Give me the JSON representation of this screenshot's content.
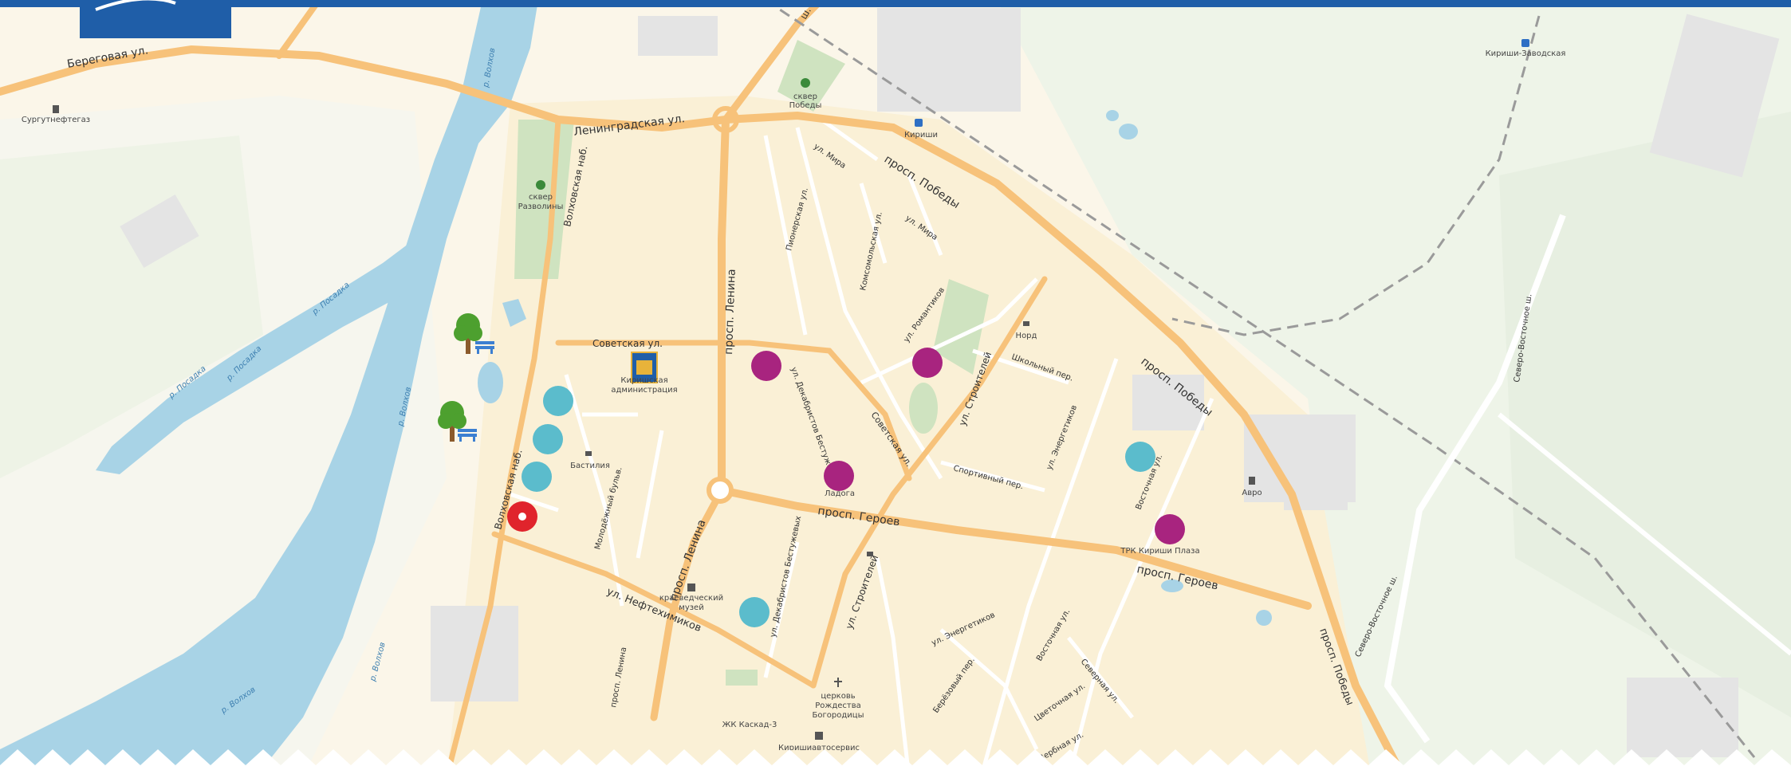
{
  "map": {
    "streets": {
      "beregovaya": "Береговая ул.",
      "leningradskaya": "Ленинградская ул.",
      "volkhovskaya_north": "Волховская наб.",
      "volkhovskaya_south": "Волховская наб.",
      "sovetskaya_west": "Советская ул.",
      "sovetskaya_east": "Советская ул.",
      "lenina_north": "просп. Ленина",
      "lenina_south": "просп. Ленина",
      "pobedy_north": "просп. Победы",
      "pobedy_middle": "просп. Победы",
      "pobedy_south": "просп. Победы",
      "geroev_west": "просп. Героев",
      "geroev_east": "просп. Героев",
      "neftekhimikov": "ул. Нефтехимиков",
      "stroiteley_north": "ул. Строителей",
      "stroiteley_south": "ул. Строителей",
      "mira_1": "ул. Мира",
      "mira_2": "ул. Мира",
      "pionerskaya": "Пионерская ул.",
      "komsomolskaya": "Комсомольская ул.",
      "romantikov": "ул. Романтиков",
      "dekabristov_north": "ул. Декабристов Бестужевых",
      "dekabristov_south": "ул. Декабристов Бестужевых",
      "shkolny": "Школьный пер.",
      "sportivny": "Спортивный пер.",
      "energetikov_north": "ул. Энергетиков",
      "energetikov_south": "ул. Энергетиков",
      "vostochnaya_north": "Восточная ул.",
      "vostochnaya_south": "Восточная ул.",
      "molodezhny": "Молодёжный бульв.",
      "lenina_small": "просп. Ленина",
      "berezovy": "Берёзовый пер.",
      "tsvetochnaya": "Цветочная ул.",
      "severnaya": "Северная ул.",
      "verbnaya": "Вербная ул.",
      "severo_vostochnoe_1": "Северо-Восточное ш.",
      "severo_vostochnoe_2": "Северо-Восточное ш.",
      "top_cut": "ш."
    },
    "rivers": {
      "volkhov_1": "р. Волхов",
      "volkhov_2": "р. Волхов",
      "volkhov_3": "р. Волхов",
      "volkhov_4": "р. Волхов",
      "posadka_1": "р. Посадка",
      "posadka_2": "р. Посадка",
      "posadka_3": "р. Посадка"
    },
    "pois": {
      "surgutneftegaz": "Сургутнефтегаз",
      "skver_razvolini": [
        "сквер",
        "Разволины"
      ],
      "skver_pobedy": [
        "сквер",
        "Победы"
      ],
      "kirishi_station": "Кириши",
      "kirishi_zavodskaya": "Кириши-Заводская",
      "administration": [
        "Киришская",
        "администрация"
      ],
      "bastiliya": "Бастилия",
      "ladoga": "Ладога",
      "nord": "Норд",
      "avrora": "Авро",
      "trk": "ТРК Кириши Плаза",
      "museum": [
        "краеведческий",
        "музей"
      ],
      "church": [
        "церковь",
        "Рождества",
        "Богородицы"
      ],
      "zhk": "ЖК Каскад-3",
      "kirishiavto": "Киришиавтосервис"
    },
    "colors": {
      "marker_teal": "#5bbccc",
      "marker_purple": "#a8247f",
      "marker_red": "#e0242c",
      "header_blue": "#1f5ea8",
      "water": "#a8d3e6",
      "road_major": "#f7c27a",
      "park": "#cfe3c0"
    },
    "icons": [
      "tree-icon",
      "bench-icon",
      "fuel-icon",
      "cart-icon",
      "building-icon",
      "museum-icon",
      "church-icon",
      "train-icon",
      "coat-of-arms-icon"
    ]
  }
}
